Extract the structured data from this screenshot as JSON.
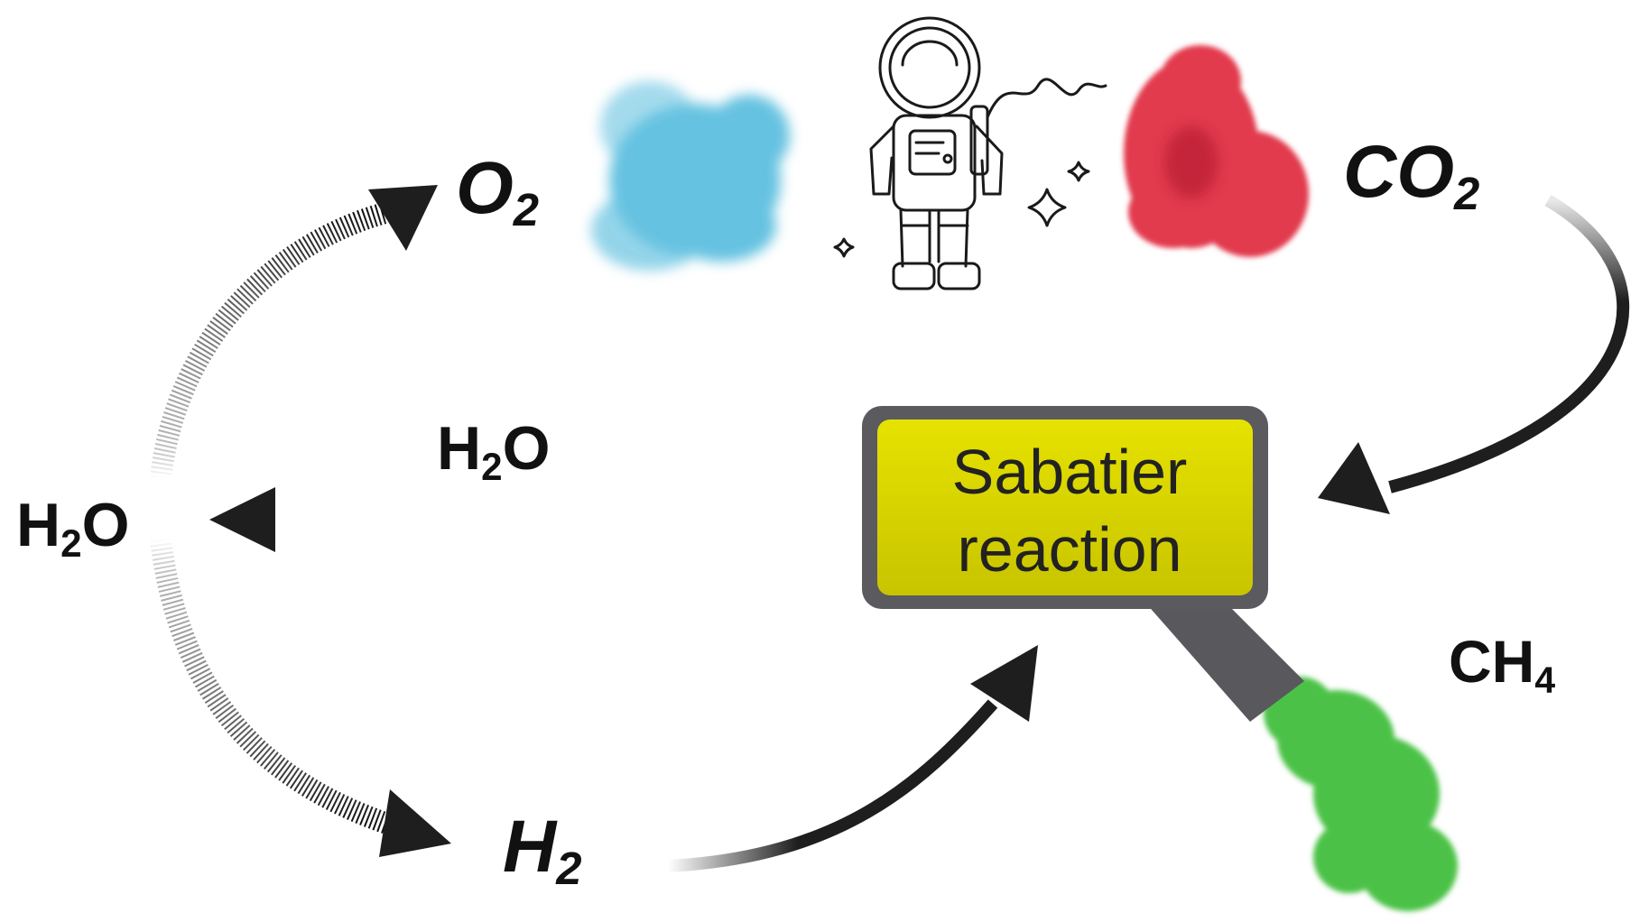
{
  "labels": {
    "o2": {
      "main": "O",
      "sub": "2"
    },
    "co2": {
      "main": "CO",
      "sub": "2"
    },
    "h2o_left": {
      "main": "H",
      "sub": "2",
      "tail": "O"
    },
    "h2o_arrow": {
      "main": "H",
      "sub": "2",
      "tail": "O"
    },
    "h2": {
      "main": "H",
      "sub": "2"
    },
    "ch4": {
      "main": "CH",
      "sub": "4"
    }
  },
  "reactor": {
    "line1": "Sabatier",
    "line2": "reaction"
  },
  "icons": [
    "astronaut-icon",
    "sparkle-icon",
    "oxygen-cloud",
    "carbon-dioxide-cloud",
    "methane-cloud"
  ],
  "colors": {
    "o2_cloud": "#4cb8dc",
    "co2_cloud": "#e23a4e",
    "ch4_cloud": "#4cc246",
    "reactor_fill": "#d6d200",
    "reactor_border": "#5a5a5f",
    "arrow": "#1e1e1e"
  }
}
